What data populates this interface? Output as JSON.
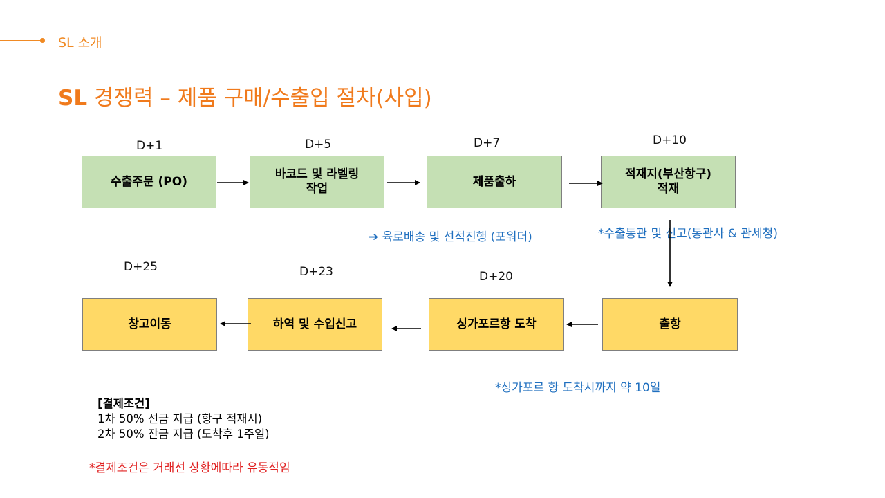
{
  "section": {
    "label": "SL 소개"
  },
  "title": {
    "brand": "SL",
    "text": " 경쟁력 – 제품 구매/수출입 절차(사입)"
  },
  "export_flow": [
    {
      "day": "D+1",
      "line1": "수출주문 (PO)",
      "line2": ""
    },
    {
      "day": "D+5",
      "line1": "바코드 및 라벨링",
      "line2": "작업"
    },
    {
      "day": "D+7",
      "line1": "제품출하",
      "line2": ""
    },
    {
      "day": "D+10",
      "line1": "적재지(부산항구)",
      "line2": "적재"
    }
  ],
  "import_flow": [
    {
      "day": "",
      "label": "출항"
    },
    {
      "day": "D+20",
      "label": "싱가포르항 도착"
    },
    {
      "day": "D+23",
      "label": "하역 및 수입신고"
    },
    {
      "day": "D+25",
      "label": "창고이동"
    }
  ],
  "notes": {
    "transport": "육로배송 및 선적진행 (포워더)",
    "customs": "*수출통관 및 신고(통관사 & 관세청)",
    "arrival": "*싱가포르 항 도착시까지 약 10일"
  },
  "payment_terms": {
    "heading": "[결제조건]",
    "lines": [
      "1차 50% 선금 지급 (항구 적재시)",
      "2차 50% 잔금 지급 (도착후 1주일)"
    ],
    "disclaimer": "*결제조건은 거래선 상황에따라 유동적임"
  },
  "colors": {
    "accent": "#f08a24",
    "green_box": "#c5e0b4",
    "yellow_box": "#ffd966",
    "note_blue": "#1f6fbf",
    "note_red": "#e02020"
  }
}
